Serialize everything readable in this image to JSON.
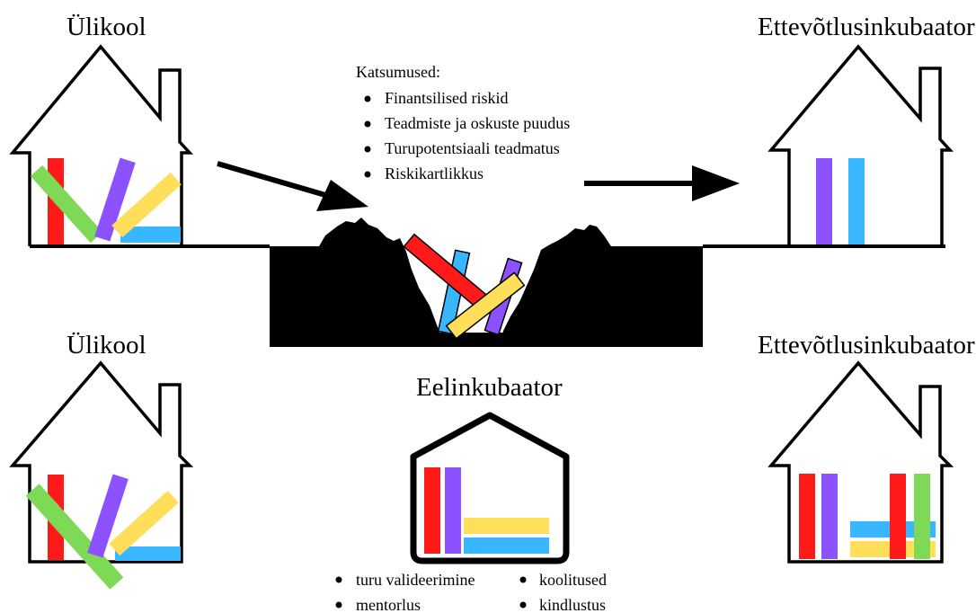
{
  "labels": {
    "university_top": "Ülikool",
    "incubator_top": "Ettevõtlusinkubaator",
    "university_bottom": "Ülikool",
    "incubator_bottom": "Ettevõtlusinkubaator",
    "preincubator": "Eelinkubaator"
  },
  "challenges": {
    "heading": "Katsumused:",
    "items": [
      "Finantsilised riskid",
      "Teadmiste ja oskuste puudus",
      "Turupotentsiaali teadmatus",
      "Riskikartlikkus"
    ]
  },
  "services": [
    "turu valideerimine",
    "koolitused",
    "mentorlus",
    "kindlustus"
  ],
  "colors": {
    "red": "#ff1a1a",
    "green": "#7ed957",
    "purple": "#8c52ff",
    "yellow": "#ffde59",
    "blue": "#38b6ff",
    "ink": "#000000"
  }
}
